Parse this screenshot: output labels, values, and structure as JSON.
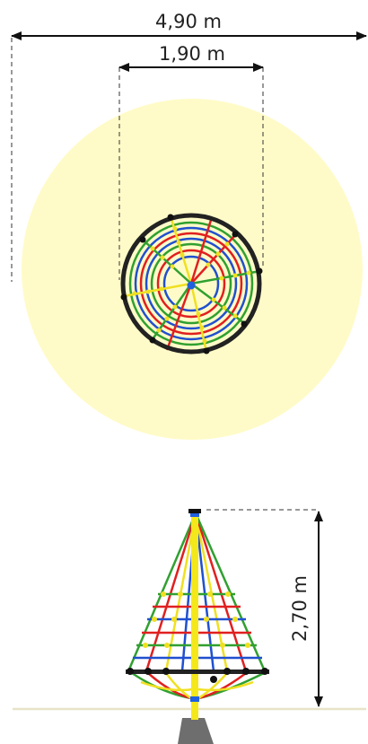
{
  "top_view": {
    "outer_dimension_label": "4,90 m",
    "inner_dimension_label": "1,90 m"
  },
  "side_view": {
    "height_dimension_label": "2,70 m"
  },
  "colors": {
    "safety_zone": "#fffbc8",
    "frame": "#222222",
    "rope_red": "#e02020",
    "rope_blue": "#2050d0",
    "rope_green": "#30a030",
    "rope_yellow": "#f0e020",
    "mast_yellow": "#f4e81a",
    "mast_blue": "#2060e0",
    "foundation": "#6e6e6e",
    "ground_line": "#e8e4c8"
  }
}
